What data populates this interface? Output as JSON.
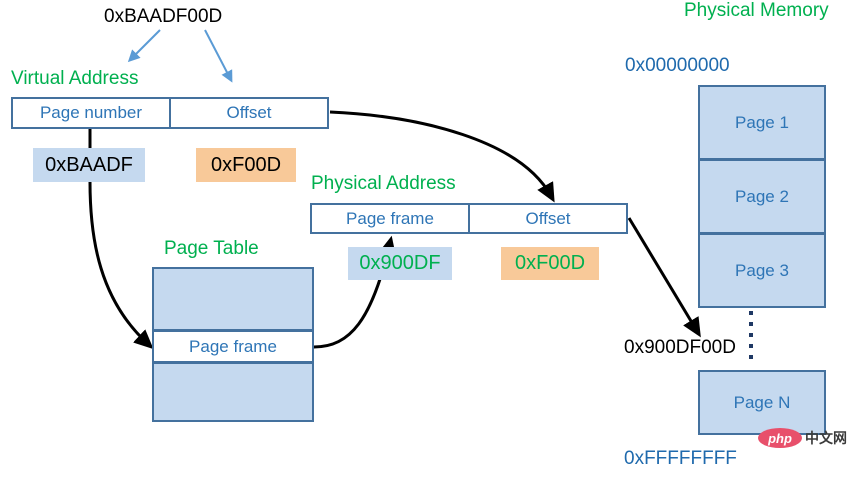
{
  "diagram": {
    "title_hex": "0xBAADF00D",
    "sections": {
      "virtual_address": "Virtual Address",
      "physical_address": "Physical Address",
      "page_table": "Page Table",
      "physical_memory": "Physical Memory"
    },
    "virtual_address_fields": [
      {
        "label": "Page number"
      },
      {
        "label": "Offset"
      }
    ],
    "physical_address_fields": [
      {
        "label": "Page frame"
      },
      {
        "label": "Offset"
      }
    ],
    "value_chips": {
      "page_number_value": "0xBAADF",
      "virtual_offset_value": "0xF00D",
      "page_frame_value": "0x900DF",
      "physical_offset_value": "0xF00D"
    },
    "page_table_rows": [
      {
        "label": ""
      },
      {
        "label": "Page frame"
      },
      {
        "label": ""
      }
    ],
    "memory_addresses": {
      "top": "0x00000000",
      "target": "0x900DF00D",
      "bottom": "0xFFFFFFFF"
    },
    "memory_pages_top": [
      {
        "label": "Page 1"
      },
      {
        "label": "Page 2"
      },
      {
        "label": "Page 3"
      }
    ],
    "memory_pages_bottom": [
      {
        "label": "Page N"
      }
    ],
    "ellipsis": "⋮",
    "watermark": {
      "logo": "php",
      "text": "中文网"
    },
    "colors": {
      "green": "#00b04f",
      "box_border": "#44719e",
      "box_fill": "#c5d9ef",
      "label_blue": "#2e75b6",
      "address_blue": "#1f6aad",
      "orange_chip": "#f8c999",
      "arrow_black": "#000000",
      "arrow_blue": "#5b9bd5"
    }
  }
}
